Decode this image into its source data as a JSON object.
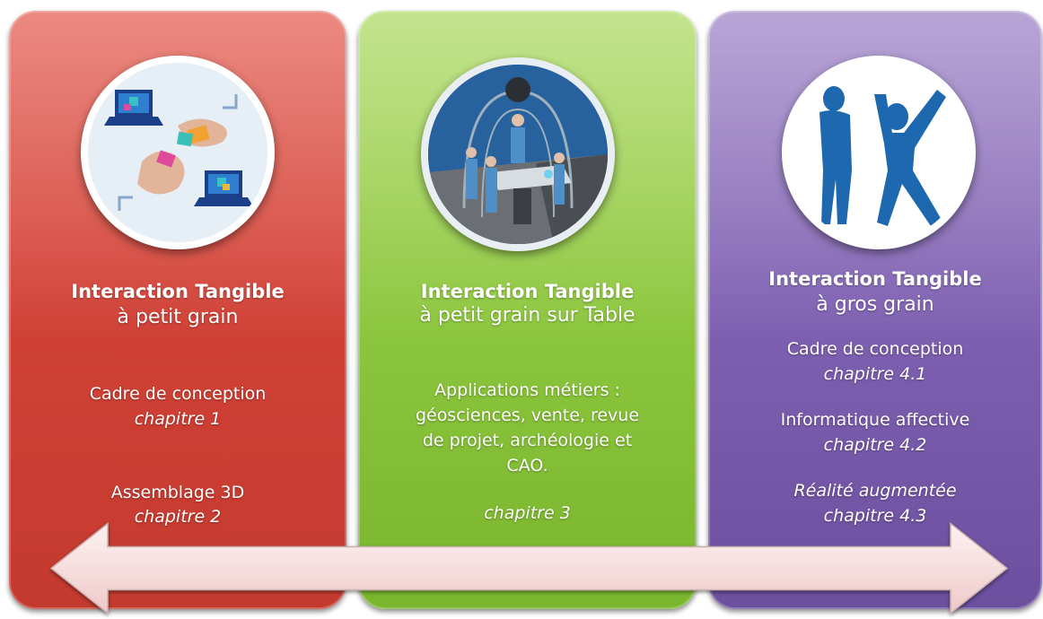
{
  "panels": {
    "left": {
      "title": "Interaction Tangible",
      "subtitle": "à petit grain",
      "item1": "Cadre de conception",
      "item1_ref": "chapitre 1",
      "item2": "Assemblage 3D",
      "item2_ref": "chapitre 2",
      "color": "#d04035",
      "image_icon": "hands-tangible-icon"
    },
    "middle": {
      "title": "Interaction Tangible",
      "subtitle": "à petit grain sur Table",
      "body_lines": [
        "Applications métiers :",
        "géosciences, vente, revue",
        "de projet, archéologie et",
        "CAO."
      ],
      "ref": "chapitre 3",
      "color": "#8bc53c",
      "image_icon": "table-scene-icon"
    },
    "right": {
      "title": "Interaction Tangible",
      "subtitle": "à gros grain",
      "item1": "Cadre de conception",
      "item1_ref": "chapitre 4.1",
      "item2": "Informatique affective",
      "item2_ref": "chapitre 4.2",
      "item3": "Réalité augmentée",
      "item3_ref": "chapitre 4.3",
      "color": "#7d5fb0",
      "image_icon": "body-silhouettes-icon"
    }
  },
  "arrow": {
    "icon": "double-arrow-icon",
    "color": "#fbe8e8"
  }
}
